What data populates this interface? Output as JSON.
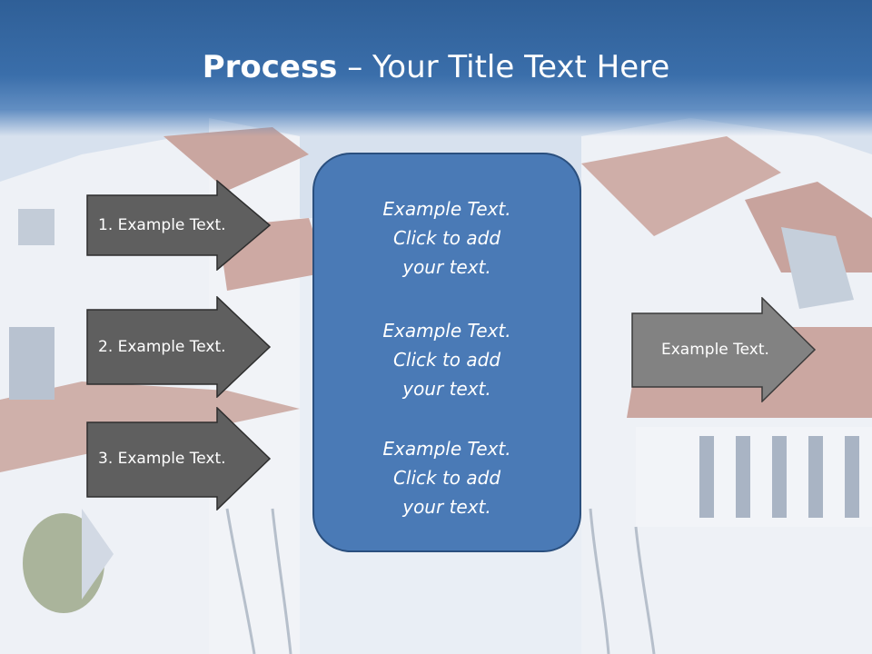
{
  "title": {
    "bold": "Process",
    "rest": " – Your Title Text Here"
  },
  "left_arrows": [
    {
      "label": "1. Example Text."
    },
    {
      "label": "2. Example Text."
    },
    {
      "label": "3. Example Text."
    }
  ],
  "center_box": {
    "blocks": [
      {
        "lines": [
          "Example Text.",
          "Click  to add",
          "your text."
        ]
      },
      {
        "lines": [
          "Example Text.",
          "Click  to add",
          "your text."
        ]
      },
      {
        "lines": [
          "Example Text.",
          "Click  to add",
          "your text."
        ]
      }
    ]
  },
  "right_arrow": {
    "label": "Example Text."
  },
  "colors": {
    "title_band": "#3a6eaa",
    "arrow_dark": "#5f5f5f",
    "arrow_light": "#828282",
    "center_box": "#4a7ab6",
    "center_box_border": "#2a4f7e"
  }
}
